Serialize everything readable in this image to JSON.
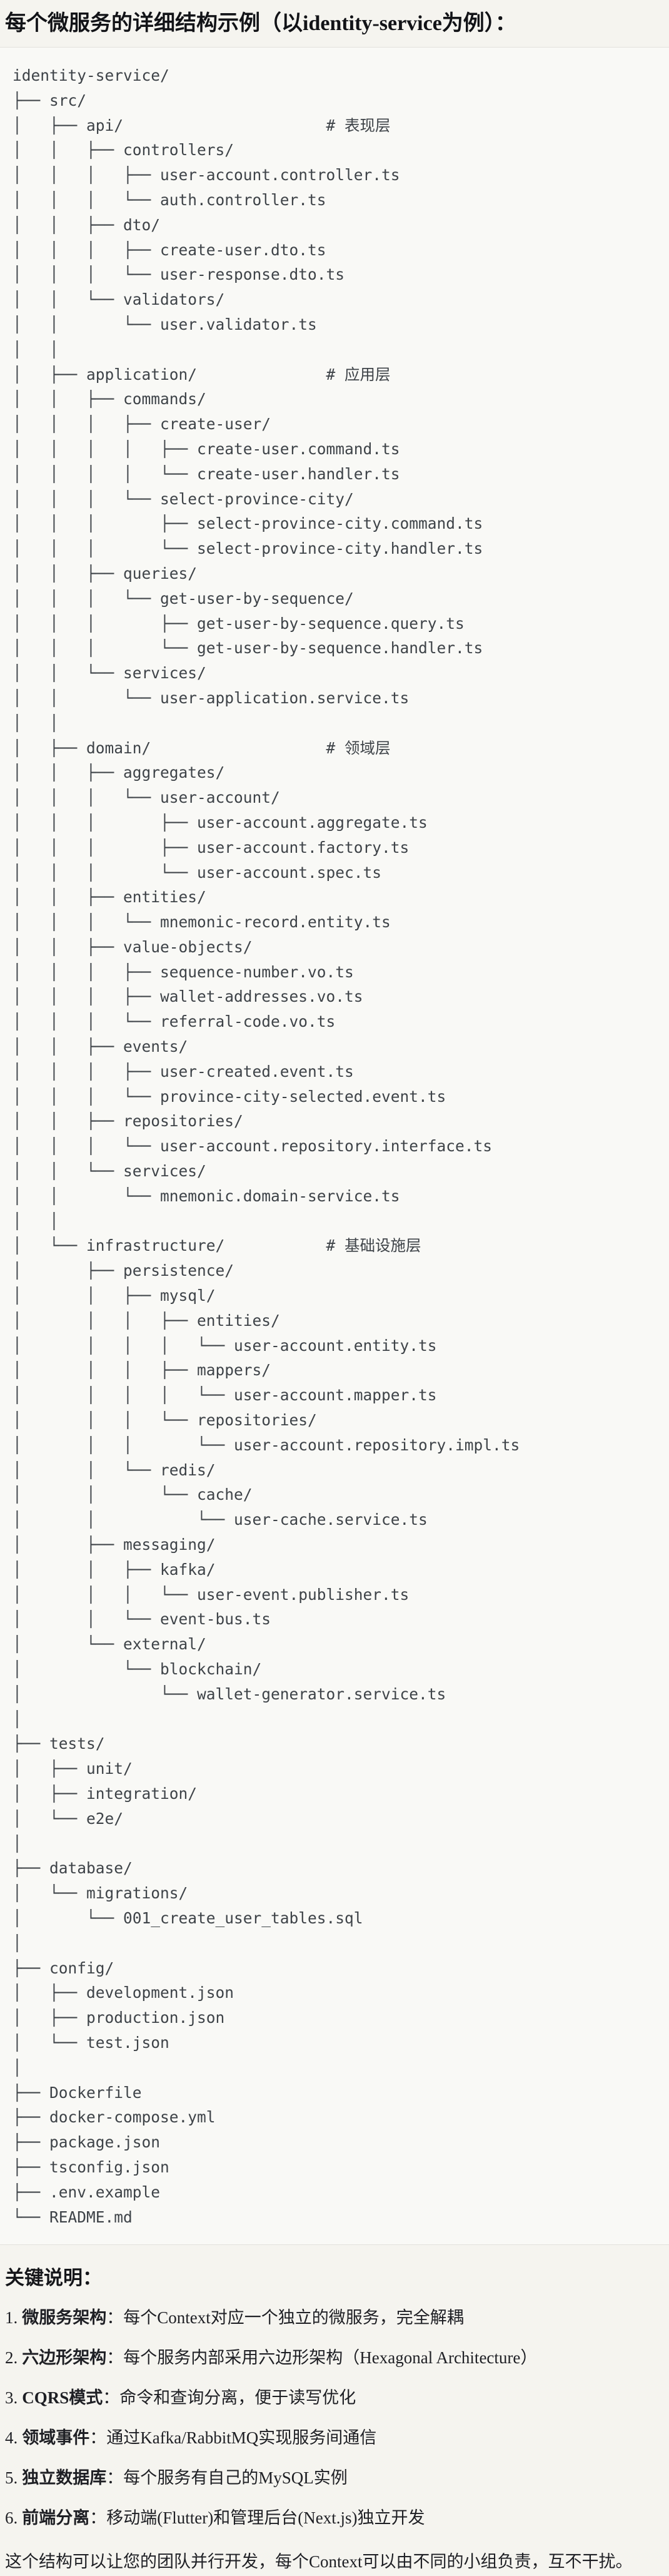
{
  "page": {
    "title": "每个微服务的详细结构示例（以identity-service为例）："
  },
  "tree": {
    "lines": [
      "identity-service/",
      "├── src/",
      "│   ├── api/                      # 表现层",
      "│   │   ├── controllers/",
      "│   │   │   ├── user-account.controller.ts",
      "│   │   │   └── auth.controller.ts",
      "│   │   ├── dto/",
      "│   │   │   ├── create-user.dto.ts",
      "│   │   │   └── user-response.dto.ts",
      "│   │   └── validators/",
      "│   │       └── user.validator.ts",
      "│   │",
      "│   ├── application/              # 应用层",
      "│   │   ├── commands/",
      "│   │   │   ├── create-user/",
      "│   │   │   │   ├── create-user.command.ts",
      "│   │   │   │   └── create-user.handler.ts",
      "│   │   │   └── select-province-city/",
      "│   │   │       ├── select-province-city.command.ts",
      "│   │   │       └── select-province-city.handler.ts",
      "│   │   ├── queries/",
      "│   │   │   └── get-user-by-sequence/",
      "│   │   │       ├── get-user-by-sequence.query.ts",
      "│   │   │       └── get-user-by-sequence.handler.ts",
      "│   │   └── services/",
      "│   │       └── user-application.service.ts",
      "│   │",
      "│   ├── domain/                   # 领域层",
      "│   │   ├── aggregates/",
      "│   │   │   └── user-account/",
      "│   │   │       ├── user-account.aggregate.ts",
      "│   │   │       ├── user-account.factory.ts",
      "│   │   │       └── user-account.spec.ts",
      "│   │   ├── entities/",
      "│   │   │   └── mnemonic-record.entity.ts",
      "│   │   ├── value-objects/",
      "│   │   │   ├── sequence-number.vo.ts",
      "│   │   │   ├── wallet-addresses.vo.ts",
      "│   │   │   └── referral-code.vo.ts",
      "│   │   ├── events/",
      "│   │   │   ├── user-created.event.ts",
      "│   │   │   └── province-city-selected.event.ts",
      "│   │   ├── repositories/",
      "│   │   │   └── user-account.repository.interface.ts",
      "│   │   └── services/",
      "│   │       └── mnemonic.domain-service.ts",
      "│   │",
      "│   └── infrastructure/           # 基础设施层",
      "│       ├── persistence/",
      "│       │   ├── mysql/",
      "│       │   │   ├── entities/",
      "│       │   │   │   └── user-account.entity.ts",
      "│       │   │   ├── mappers/",
      "│       │   │   │   └── user-account.mapper.ts",
      "│       │   │   └── repositories/",
      "│       │   │       └── user-account.repository.impl.ts",
      "│       │   └── redis/",
      "│       │       └── cache/",
      "│       │           └── user-cache.service.ts",
      "│       ├── messaging/",
      "│       │   ├── kafka/",
      "│       │   │   └── user-event.publisher.ts",
      "│       │   └── event-bus.ts",
      "│       └── external/",
      "│           └── blockchain/",
      "│               └── wallet-generator.service.ts",
      "│",
      "├── tests/",
      "│   ├── unit/",
      "│   ├── integration/",
      "│   └── e2e/",
      "│",
      "├── database/",
      "│   └── migrations/",
      "│       └── 001_create_user_tables.sql",
      "│",
      "├── config/",
      "│   ├── development.json",
      "│   ├── production.json",
      "│   └── test.json",
      "│",
      "├── Dockerfile",
      "├── docker-compose.yml",
      "├── package.json",
      "├── tsconfig.json",
      "├── .env.example",
      "└── README.md"
    ]
  },
  "notes": {
    "heading": "关键说明：",
    "separator": "：",
    "items": [
      {
        "num": "1.",
        "term": "微服务架构",
        "desc": "每个Context对应一个独立的微服务，完全解耦"
      },
      {
        "num": "2.",
        "term": "六边形架构",
        "desc": "每个服务内部采用六边形架构（Hexagonal Architecture）"
      },
      {
        "num": "3.",
        "term": "CQRS模式",
        "desc": "命令和查询分离，便于读写优化"
      },
      {
        "num": "4.",
        "term": "领域事件",
        "desc": "通过Kafka/RabbitMQ实现服务间通信"
      },
      {
        "num": "5.",
        "term": "独立数据库",
        "desc": "每个服务有自己的MySQL实例"
      },
      {
        "num": "6.",
        "term": "前端分离",
        "desc": "移动端(Flutter)和管理后台(Next.js)独立开发"
      }
    ],
    "closing": "这个结构可以让您的团队并行开发，每个Context可以由不同的小组负责，互不干扰。"
  }
}
